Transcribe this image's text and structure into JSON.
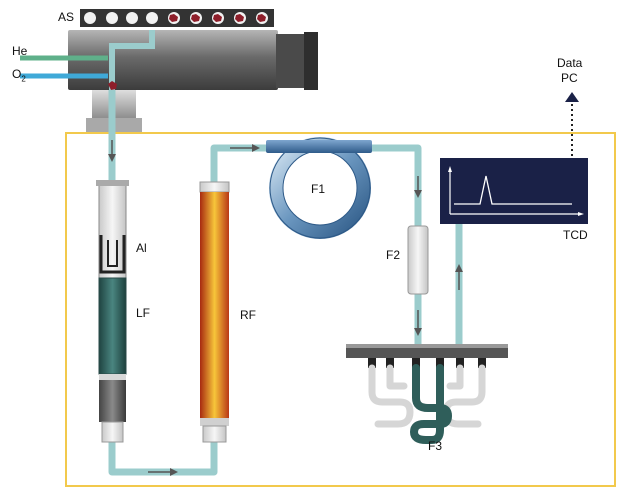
{
  "labels": {
    "as": "AS",
    "he": "He",
    "o2_main": "O",
    "o2_sub": "2",
    "data": "Data",
    "pc": "PC",
    "f1": "F1",
    "f2": "F2",
    "f3": "F3",
    "al": "Al",
    "lf": "LF",
    "rf": "RF",
    "tcd": "TCD"
  },
  "colors": {
    "flow_line": "#9bcccc",
    "enclosure_border": "#f2c94c",
    "he_line": "#5fb08a",
    "o2_line": "#3fa9d8",
    "reduction_fill": "#e0641e",
    "lower_filling": "#2f5e5a",
    "detector_screen": "#1a2147",
    "arrow": "#555555"
  },
  "autosampler": {
    "empty_slots": 4,
    "filled_slots": 5
  }
}
